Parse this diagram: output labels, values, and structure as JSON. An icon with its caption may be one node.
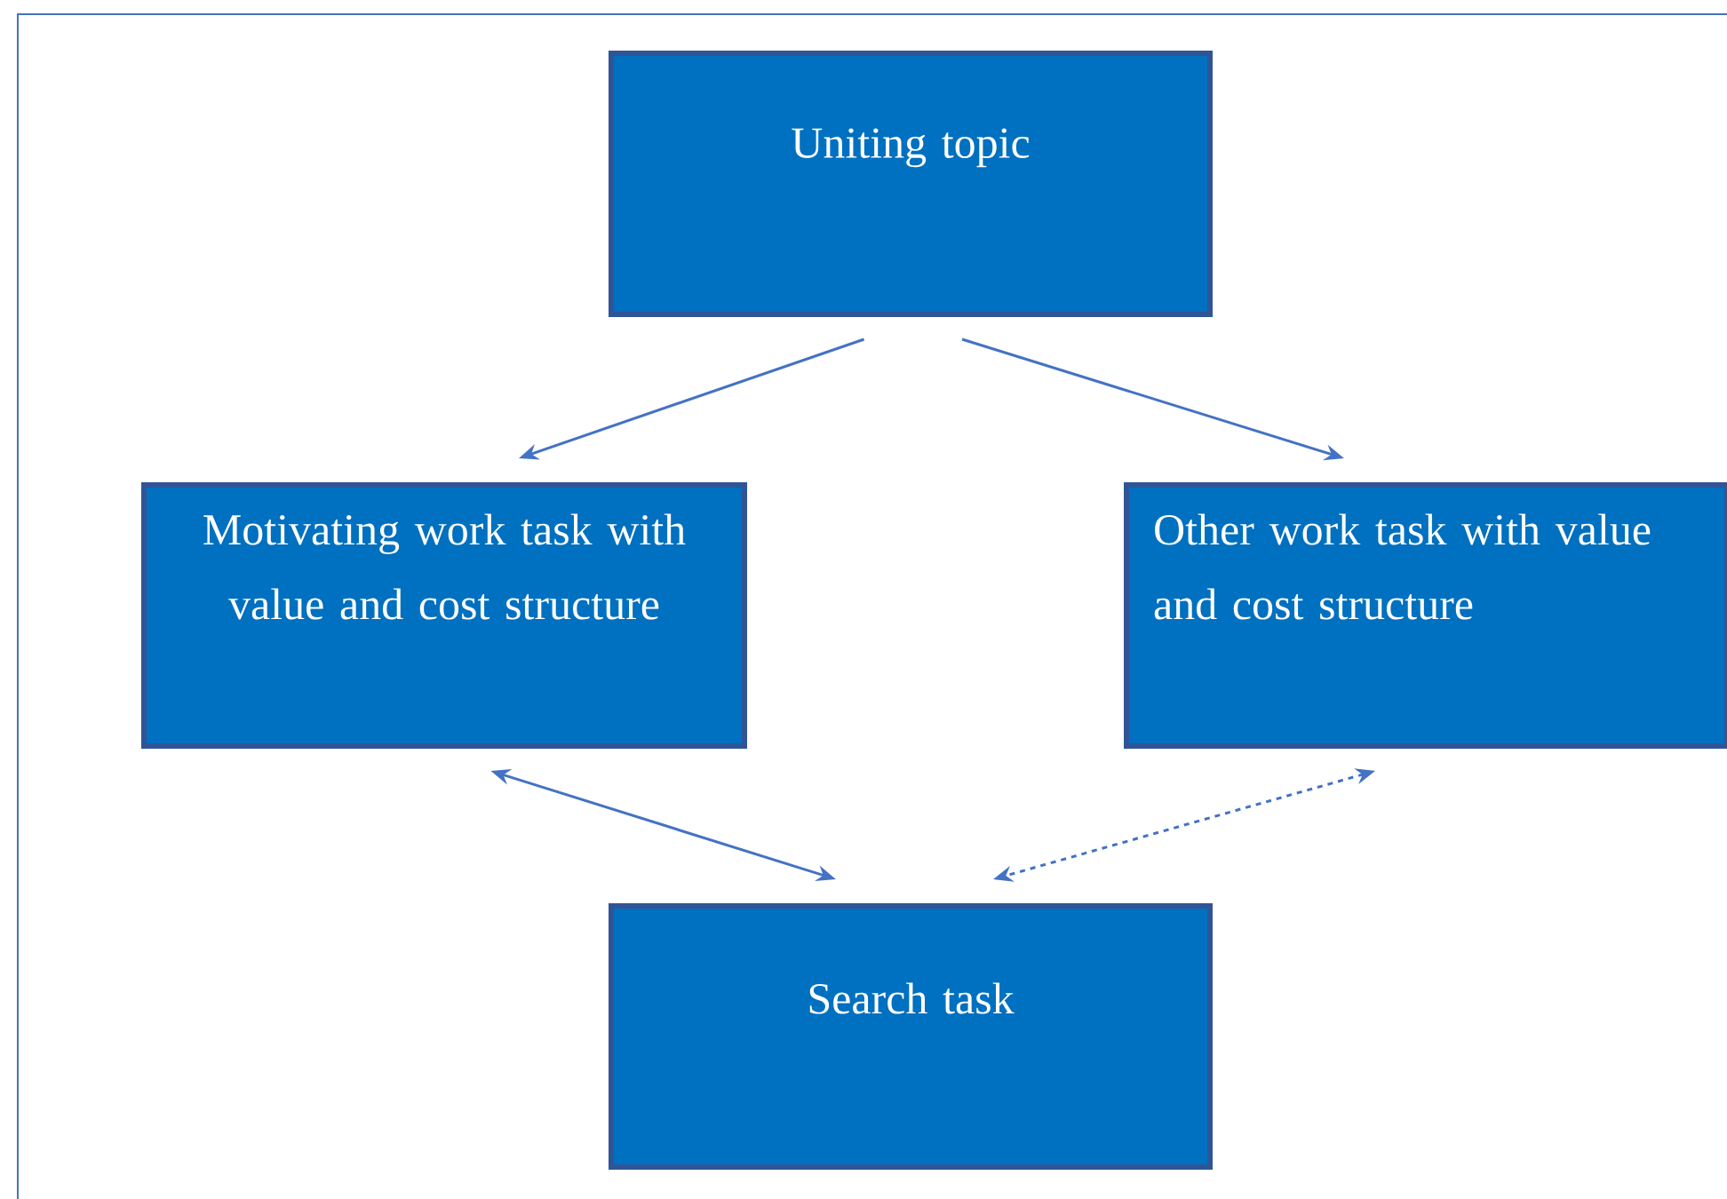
{
  "diagram": {
    "nodes": [
      {
        "text": [
          "Uniting topic"
        ]
      },
      {
        "text": [
          "Motivating work task with value and cost structure"
        ]
      },
      {
        "text": [
          "Other work task with value and cost structure"
        ]
      },
      {
        "text": [
          "Search task"
        ]
      }
    ],
    "edges": [
      {
        "from": 0,
        "to": 1,
        "arrow": "to"
      },
      {
        "from": 0,
        "to": 2,
        "arrow": "to"
      },
      {
        "from": 1,
        "to": 3,
        "arrow": "both"
      },
      {
        "from": 2,
        "to": 3,
        "arrow": "both",
        "style": "dashed"
      }
    ]
  }
}
